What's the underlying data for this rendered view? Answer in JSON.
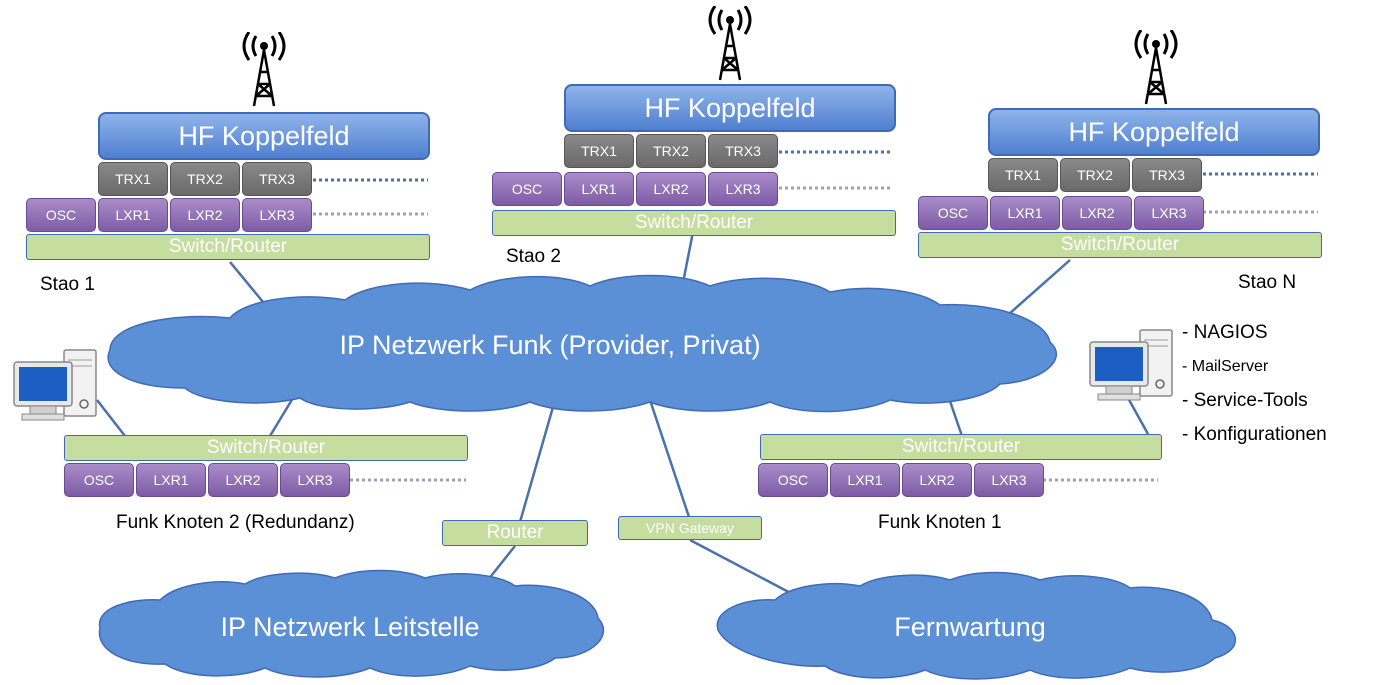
{
  "colors": {
    "hf_blue": "#4f7fd0",
    "trx_gray": "#6a6a6a",
    "lxr_purple": "#7e5ca6",
    "switch_green": "#c5dd9e",
    "cloud_blue": "#5b8fd6",
    "line_blue": "#4a72a8"
  },
  "stations": [
    {
      "name": "Stao 1",
      "hf": "HF Koppelfeld",
      "trx": [
        "TRX1",
        "TRX2",
        "TRX3"
      ],
      "lxr": [
        "OSC",
        "LXR1",
        "LXR2",
        "LXR3"
      ],
      "switch": "Switch/Router"
    },
    {
      "name": "Stao 2",
      "hf": "HF Koppelfeld",
      "trx": [
        "TRX1",
        "TRX2",
        "TRX3"
      ],
      "lxr": [
        "OSC",
        "LXR1",
        "LXR2",
        "LXR3"
      ],
      "switch": "Switch/Router"
    },
    {
      "name": "Stao N",
      "hf": "HF Koppelfeld",
      "trx": [
        "TRX1",
        "TRX2",
        "TRX3"
      ],
      "lxr": [
        "OSC",
        "LXR1",
        "LXR2",
        "LXR3"
      ],
      "switch": "Switch/Router"
    }
  ],
  "clouds": {
    "main": "IP Netzwerk Funk (Provider, Privat)",
    "leitstelle": "IP Netzwerk Leitstelle",
    "fernwartung": "Fernwartung"
  },
  "nodes": [
    {
      "name": "Funk Knoten 2 (Redundanz)",
      "switch": "Switch/Router",
      "lxr": [
        "OSC",
        "LXR1",
        "LXR2",
        "LXR3"
      ]
    },
    {
      "name": "Funk Knoten 1",
      "switch": "Switch/Router",
      "lxr": [
        "OSC",
        "LXR1",
        "LXR2",
        "LXR3"
      ]
    }
  ],
  "router": "Router",
  "vpn_gateway": "VPN Gateway",
  "server_list": [
    "- NAGIOS",
    "- MailServer",
    "- Service-Tools",
    "- Konfigurationen"
  ]
}
